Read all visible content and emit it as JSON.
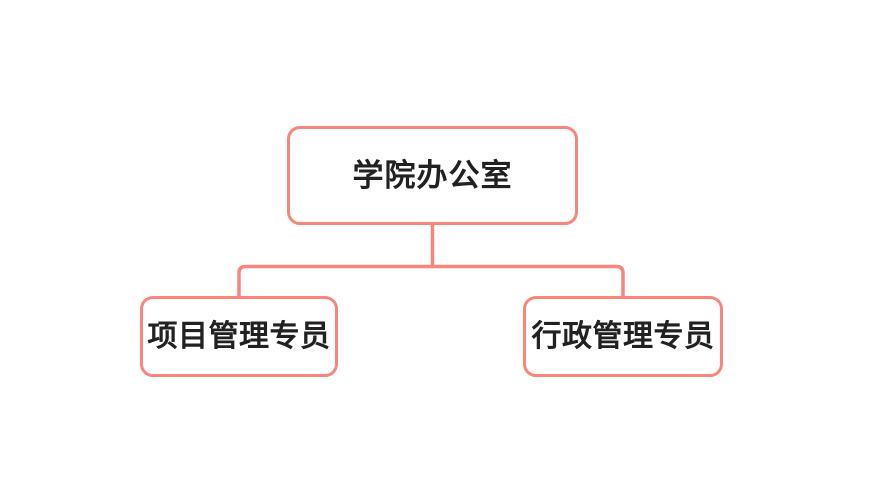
{
  "diagram": {
    "type": "org-chart",
    "background_color": "#ffffff",
    "line_color": "#f9867d",
    "text_color": "#212121",
    "root": {
      "label": "学院办公室"
    },
    "children": [
      {
        "label": "项目管理专员"
      },
      {
        "label": "行政管理专员"
      }
    ]
  }
}
